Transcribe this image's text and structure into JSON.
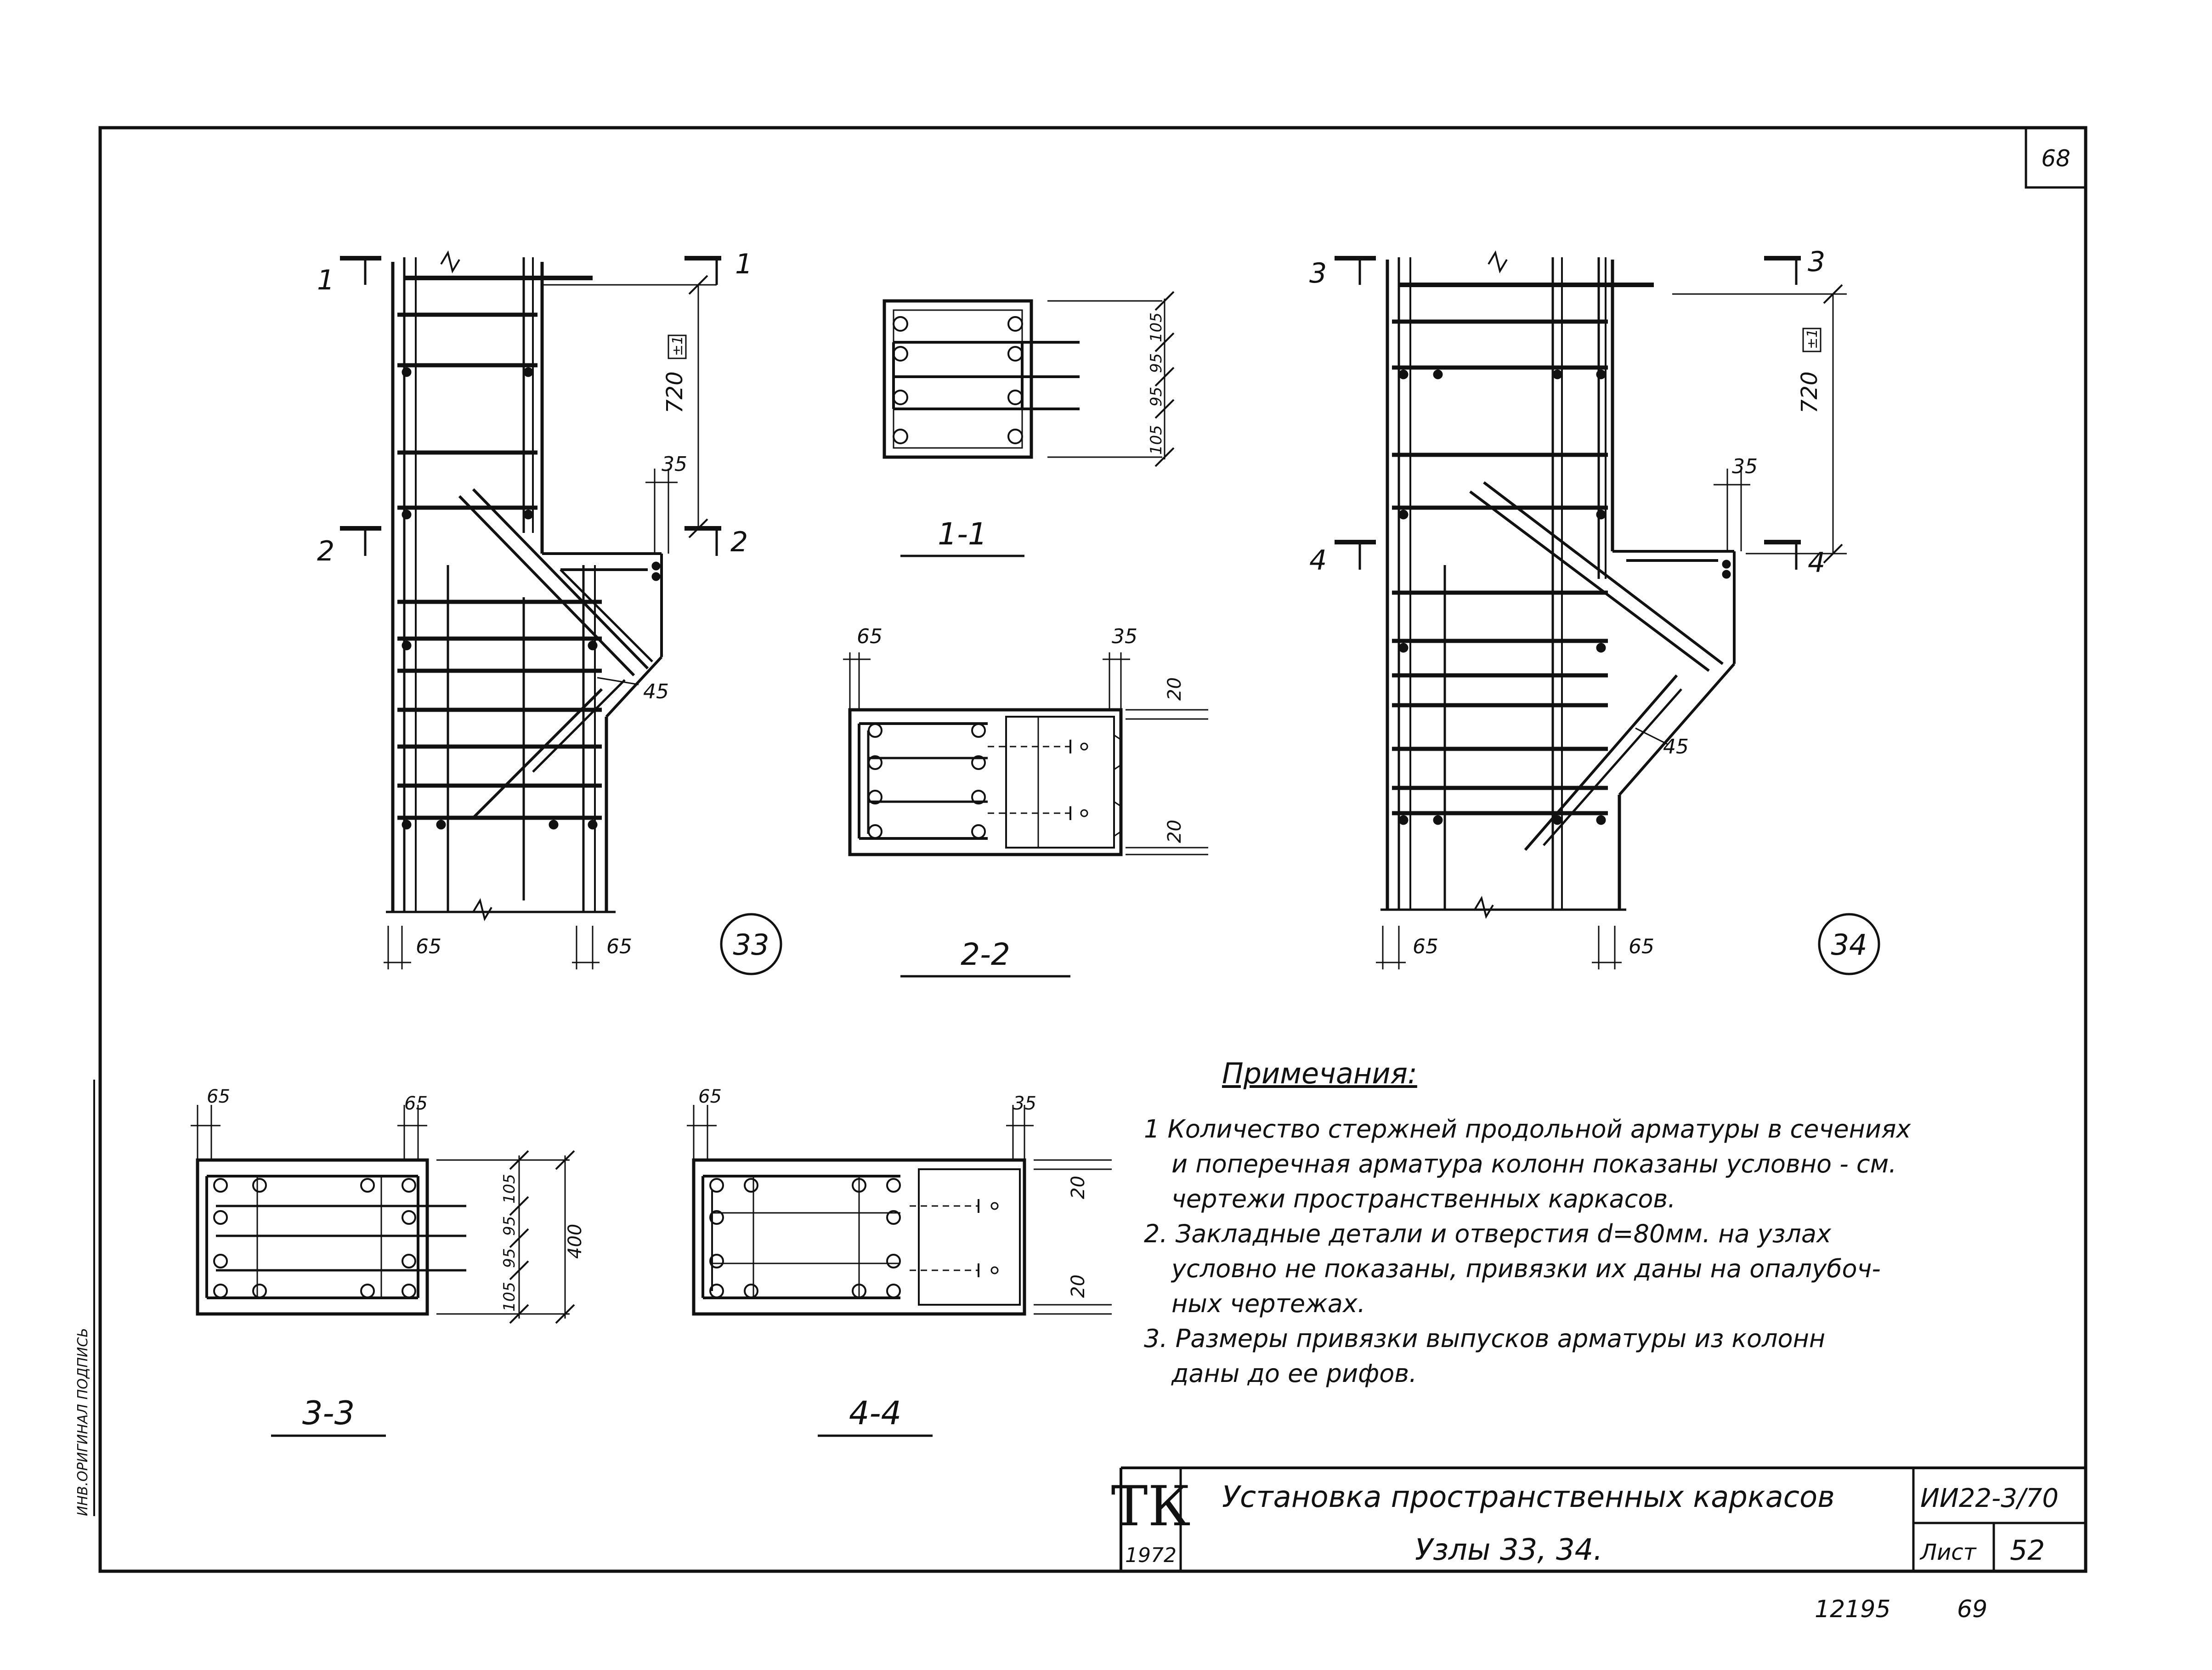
{
  "sheet": {
    "page_number": "68",
    "footer_left_number": "12195",
    "footer_right_number": "69"
  },
  "nodes": {
    "node_33": "33",
    "node_34": "34"
  },
  "sections": {
    "s1_1": "1-1",
    "s2_2": "2-2",
    "s3_3": "3-3",
    "s4_4": "4-4"
  },
  "cut_marks": {
    "m1": "1",
    "m2": "2",
    "m3": "3",
    "m4": "4"
  },
  "dimensions": {
    "d720": "720",
    "d_pm1": "±1",
    "d35": "35",
    "d45": "45",
    "d65": "65",
    "d105": "105",
    "d95": "95",
    "d20": "20",
    "d400": "400"
  },
  "notes": {
    "title": "Примечания:",
    "lines": [
      "1 Количество стержней продольной арматуры в сечениях",
      "и поперечная арматура колонн показаны условно - см.",
      "чертежи пространственных каркасов.",
      "2. Закладные детали и отверстия d=80мм. на узлах",
      "условно не показаны, привязки их даны на опалубоч-",
      "ных чертежах.",
      "3. Размеры привязки выпусков арматуры из колонн",
      "даны до ее рифов."
    ]
  },
  "title_block": {
    "logo": "ТК",
    "year": "1972",
    "title_line1": "Установка пространственных каркасов",
    "title_line2": "Узлы 33, 34.",
    "code": "ИИ22-3/70",
    "sheet_label": "Лист",
    "sheet_number": "52"
  },
  "margin_stamp": "ИНВ.ОРИГИНАЛ  ПОДПИСЬ"
}
